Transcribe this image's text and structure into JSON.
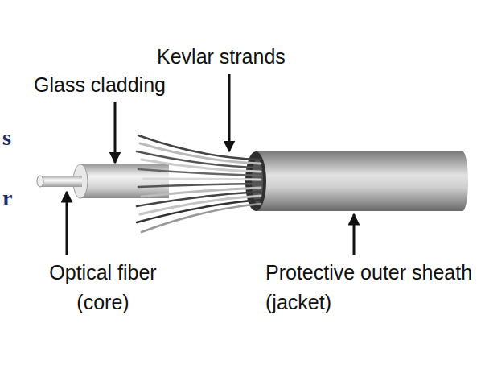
{
  "diagram": {
    "labels": [
      "Kevlar strands",
      "Glass cladding",
      "s",
      "r",
      "Optical fiber (core)",
      "Protective outer sheath (jacket)"
    ]
  }
}
